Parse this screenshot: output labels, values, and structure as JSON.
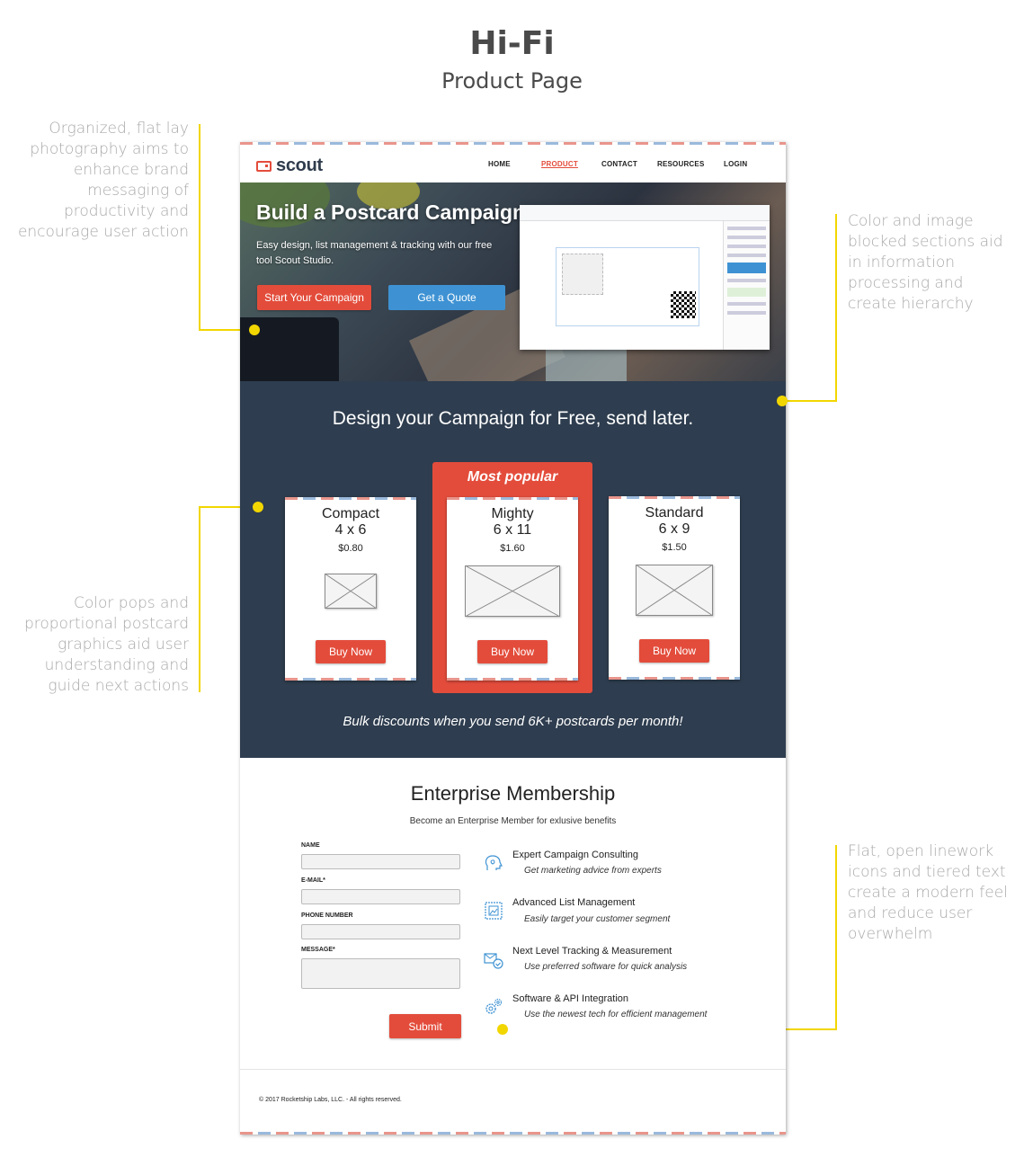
{
  "title": "Hi-Fi",
  "subtitle": "Product Page",
  "annotations": {
    "photo": [
      "Organized, flat lay",
      "photography aims to",
      "enhance brand",
      "messaging of",
      "productivity and",
      "encourage user action"
    ],
    "blocks": [
      "Color and image",
      "blocked sections aid",
      "in information",
      "processing and",
      "create hierarchy"
    ],
    "pops": [
      "Color pops and",
      "proportional postcard",
      "graphics aid user",
      "understanding and",
      "guide next actions"
    ],
    "icons": [
      "Flat, open linework",
      "icons and tiered text",
      "create a modern feel",
      "and reduce user",
      "overwhelm"
    ]
  },
  "nav": {
    "logo": "scout",
    "links": [
      "HOME",
      "PRODUCT",
      "CONTACT",
      "RESOURCES",
      "LOGIN"
    ],
    "active": "PRODUCT"
  },
  "hero": {
    "title": "Build a Postcard Campaign",
    "description": "Easy design, list management & tracking with our free tool Scout Studio.",
    "primary_button": "Start Your Campaign",
    "secondary_button": "Get a Quote"
  },
  "pricing": {
    "heading": "Design your Campaign for Free, send later.",
    "popular_label": "Most popular",
    "cards": [
      {
        "name": "Compact",
        "size": "4 x 6",
        "price": "$0.80",
        "button": "Buy Now"
      },
      {
        "name": "Mighty",
        "size": "6 x 11",
        "price": "$1.60",
        "button": "Buy Now"
      },
      {
        "name": "Standard",
        "size": "6 x 9",
        "price": "$1.50",
        "button": "Buy Now"
      }
    ],
    "bulk_note": "Bulk discounts when you send 6K+ postcards per month!"
  },
  "enterprise": {
    "title": "Enterprise Membership",
    "subtitle": "Become an Enterprise Member for exlusive benefits",
    "fields": [
      "NAME",
      "E-MAIL*",
      "PHONE NUMBER",
      "MESSAGE*"
    ],
    "submit": "Submit",
    "features": [
      {
        "icon": "consulting-head-icon",
        "title": "Expert Campaign Consulting",
        "desc": "Get marketing advice from experts"
      },
      {
        "icon": "list-stamp-icon",
        "title": "Advanced List Management",
        "desc": "Easily target your customer segment"
      },
      {
        "icon": "tracking-check-icon",
        "title": "Next Level Tracking & Measurement",
        "desc": "Use preferred software for quick analysis"
      },
      {
        "icon": "gears-icon",
        "title": "Software & API Integration",
        "desc": "Use the newest tech for efficient management"
      }
    ]
  },
  "footer": {
    "copyright": "© 2017 Rocketship Labs, LLC. - All rights reserved."
  },
  "colors": {
    "accent": "#e34c3b",
    "blue": "#3e92d3",
    "navy": "#2e3d4f",
    "highlight": "#f2d600"
  }
}
